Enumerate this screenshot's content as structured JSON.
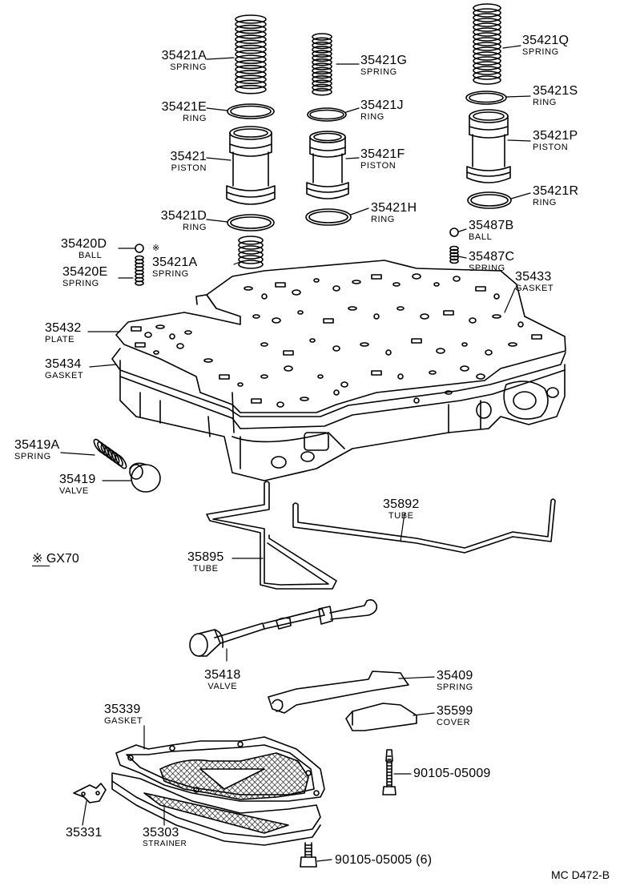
{
  "parts": [
    {
      "id": "p35421A",
      "number": "35421A",
      "name": "SPRING"
    },
    {
      "id": "p35421E",
      "number": "35421E",
      "name": "RING"
    },
    {
      "id": "p35421",
      "number": "35421",
      "name": "PISTON"
    },
    {
      "id": "p35421D",
      "number": "35421D",
      "name": "RING"
    },
    {
      "id": "p35420D",
      "number": "35420D",
      "name": "BALL"
    },
    {
      "id": "p35421A2",
      "number": "35421A",
      "name": "SPRING"
    },
    {
      "id": "p35420E",
      "number": "35420E",
      "name": "SPRING"
    },
    {
      "id": "p35421G",
      "number": "35421G",
      "name": "SPRING"
    },
    {
      "id": "p35421J",
      "number": "35421J",
      "name": "RING"
    },
    {
      "id": "p35421F",
      "number": "35421F",
      "name": "PISTON"
    },
    {
      "id": "p35421H",
      "number": "35421H",
      "name": "RING"
    },
    {
      "id": "p35421Q",
      "number": "35421Q",
      "name": "SPRING"
    },
    {
      "id": "p35421S",
      "number": "35421S",
      "name": "RING"
    },
    {
      "id": "p35421P",
      "number": "35421P",
      "name": "PISTON"
    },
    {
      "id": "p35421R",
      "number": "35421R",
      "name": "RING"
    },
    {
      "id": "p35487B",
      "number": "35487B",
      "name": "BALL"
    },
    {
      "id": "p35487C",
      "number": "35487C",
      "name": "SPRING"
    },
    {
      "id": "p35433",
      "number": "35433",
      "name": "GASKET"
    },
    {
      "id": "p35432",
      "number": "35432",
      "name": "PLATE"
    },
    {
      "id": "p35434",
      "number": "35434",
      "name": "GASKET"
    },
    {
      "id": "p35419A",
      "number": "35419A",
      "name": "SPRING"
    },
    {
      "id": "p35419",
      "number": "35419",
      "name": "VALVE"
    },
    {
      "id": "p35892",
      "number": "35892",
      "name": "TUBE"
    },
    {
      "id": "p35895",
      "number": "35895",
      "name": "TUBE"
    },
    {
      "id": "p35418",
      "number": "35418",
      "name": "VALVE"
    },
    {
      "id": "p35409",
      "number": "35409",
      "name": "SPRING"
    },
    {
      "id": "p35599",
      "number": "35599",
      "name": "COVER"
    },
    {
      "id": "p35339",
      "number": "35339",
      "name": "GASKET"
    },
    {
      "id": "p90105_05009",
      "number": "90105-05009",
      "name": ""
    },
    {
      "id": "p35331",
      "number": "35331",
      "name": ""
    },
    {
      "id": "p35303",
      "number": "35303",
      "name": "STRAINER"
    },
    {
      "id": "p90105_05005",
      "number": "90105-05005 (6)",
      "name": ""
    }
  ],
  "asterisk_marker": "※",
  "model_note": "※ GX70",
  "figure_code": "MC D472-B"
}
